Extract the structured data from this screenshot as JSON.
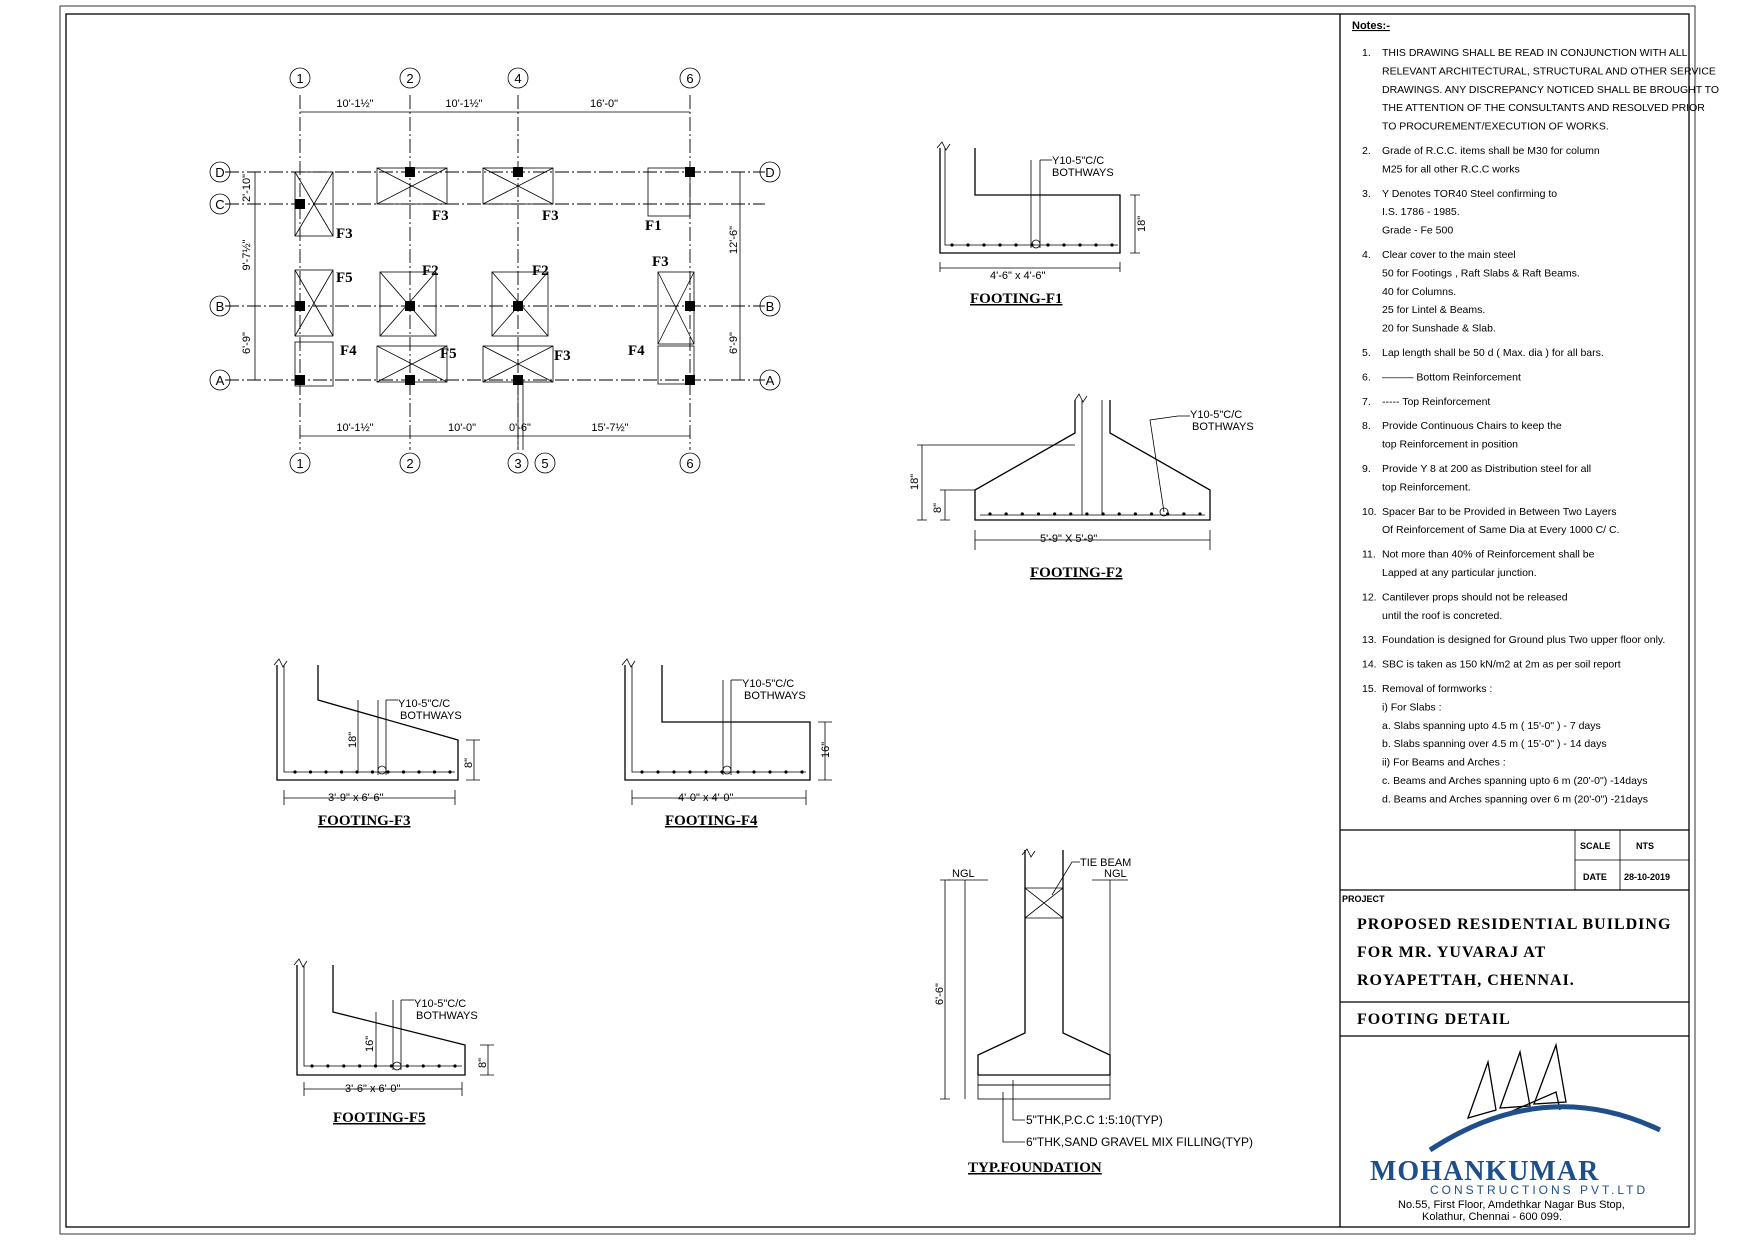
{
  "plan": {
    "top_grid_labels": [
      "1",
      "2",
      "4",
      "6"
    ],
    "bottom_grid_labels": [
      "1",
      "2",
      "3",
      "5",
      "6"
    ],
    "row_labels": [
      "D",
      "C",
      "B",
      "A"
    ],
    "top_dims": [
      "10'-1½\"",
      "10'-1½\"",
      "16'-0\""
    ],
    "bottom_dims": [
      "10'-1½\"",
      "10'-0\"",
      "0'-6\"",
      "15'-7½\""
    ],
    "left_dims": [
      "2'-10\"",
      "9'-7½\"",
      "6'-9\""
    ],
    "right_dims": [
      "12'-6\"",
      "6'-9\""
    ],
    "footing_tags": [
      "F3",
      "F3",
      "F3",
      "F1",
      "F5",
      "F2",
      "F2",
      "F3",
      "F4",
      "F5",
      "F3",
      "F4"
    ]
  },
  "footing_f1": {
    "title": "FOOTING-F1",
    "size": "4'-6\" x 4'-6\"",
    "rebar": "Y10-5\"C/C",
    "rebar2": "BOTHWAYS",
    "depth": "18\""
  },
  "footing_f2": {
    "title": "FOOTING-F2",
    "size": "5'-9\" X 5'-9\"",
    "rebar": "Y10-5\"C/C",
    "rebar2": "BOTHWAYS",
    "depth": "18\"",
    "edge": "8\""
  },
  "footing_f3": {
    "title": "FOOTING-F3",
    "size": "3'-9\" x 6'-6\"",
    "rebar": "Y10-5\"C/C",
    "rebar2": "BOTHWAYS",
    "depth": "18\"",
    "edge": "8\""
  },
  "footing_f4": {
    "title": "FOOTING-F4",
    "size": "4'-0\" x 4'-0\"",
    "rebar": "Y10-5\"C/C",
    "rebar2": "BOTHWAYS",
    "depth": "16\""
  },
  "footing_f5": {
    "title": "FOOTING-F5",
    "size": "3'-6\" x 6'-0\"",
    "rebar": "Y10-5\"C/C",
    "rebar2": "BOTHWAYS",
    "depth": "16\"",
    "edge": "8\""
  },
  "typ": {
    "title": "TYP.FOUNDATION",
    "tie_beam": "TIE BEAM",
    "ngl": "NGL",
    "depth": "6'-6\"",
    "pcc": "5\"THK,P.C.C 1:5:10(TYP)",
    "sand": "6\"THK,SAND GRAVEL MIX FILLING(TYP)"
  },
  "notes": {
    "heading": "Notes:-",
    "lines": [
      [
        "1.",
        "THIS DRAWING SHALL BE READ IN CONJUNCTION WITH ALL"
      ],
      [
        "",
        "RELEVANT ARCHITECTURAL, STRUCTURAL AND OTHER SERVICE"
      ],
      [
        "",
        "DRAWINGS. ANY DISCREPANCY NOTICED SHALL BE BROUGHT TO"
      ],
      [
        "",
        "THE ATTENTION OF THE CONSULTANTS AND RESOLVED PRIOR"
      ],
      [
        "",
        "TO PROCUREMENT/EXECUTION OF WORKS."
      ],
      [
        "2.",
        "Grade of R.C.C. items shall be M30 for column"
      ],
      [
        "",
        "M25 for all other R.C.C works"
      ],
      [
        "3.",
        "Y Denotes TOR40 Steel confirming to"
      ],
      [
        "",
        "I.S. 1786 - 1985."
      ],
      [
        "",
        "Grade - Fe 500"
      ],
      [
        "4.",
        "Clear cover to the main steel"
      ],
      [
        "",
        "50    for Footings , Raft Slabs & Raft Beams."
      ],
      [
        "",
        "40    for Columns."
      ],
      [
        "",
        "25    for Lintel & Beams."
      ],
      [
        "",
        "20    for Sunshade & Slab."
      ],
      [
        "5.",
        "Lap length shall be 50 d ( Max. dia ) for all bars."
      ],
      [
        "6.",
        "——— Bottom Reinforcement"
      ],
      [
        "7.",
        "----- Top Reinforcement"
      ],
      [
        "8.",
        "Provide Continuous Chairs to keep the"
      ],
      [
        "",
        "top Reinforcement in position"
      ],
      [
        "9.",
        "Provide Y 8 at 200 as Distribution steel for all"
      ],
      [
        "",
        "top Reinforcement."
      ],
      [
        "10.",
        "Spacer Bar to be Provided in Between Two Layers"
      ],
      [
        "",
        "Of Reinforcement of Same Dia at Every  1000  C/ C."
      ],
      [
        "11.",
        "Not more than 40% of Reinforcement shall be"
      ],
      [
        "",
        "Lapped at any particular junction."
      ],
      [
        "12.",
        "Cantilever props should not be released"
      ],
      [
        "",
        "until the roof is concreted."
      ],
      [
        "13.",
        "Foundation is designed for Ground plus Two upper floor only."
      ],
      [
        "14.",
        "SBC is taken as 150 kN/m2 at 2m as per soil report"
      ],
      [
        "15.",
        "Removal of formworks :"
      ],
      [
        "",
        "i)  For Slabs :"
      ],
      [
        "",
        "a.  Slabs spanning upto 4.5 m ( 15'-0\" ) - 7 days"
      ],
      [
        "",
        "b.  Slabs spanning over 4.5 m ( 15'-0\" ) - 14 days"
      ],
      [
        "",
        "ii) For Beams and Arches :"
      ],
      [
        "",
        "c. Beams and Arches spanning upto 6 m (20'-0\") -14days"
      ],
      [
        "",
        "d. Beams and Arches spanning over 6 m (20'-0\") -21days"
      ]
    ]
  },
  "title_block": {
    "scale_label": "SCALE",
    "scale_value": "NTS",
    "date_label": "DATE",
    "date_value": "28-10-2019",
    "project_label": "PROJECT",
    "project_lines": [
      "PROPOSED RESIDENTIAL BUILDING",
      "FOR MR. YUVARAJ AT",
      "ROYAPETTAH, CHENNAI."
    ],
    "drawing_title": "FOOTING DETAIL",
    "company": "MOHANKUMAR",
    "company_sub": "CONSTRUCTIONS PVT.LTD",
    "address1": "No.55, First Floor, Amdethkar Nagar Bus Stop,",
    "address2": "Kolathur, Chennai - 600 099.",
    "logo_color": "#1f4f8a"
  }
}
